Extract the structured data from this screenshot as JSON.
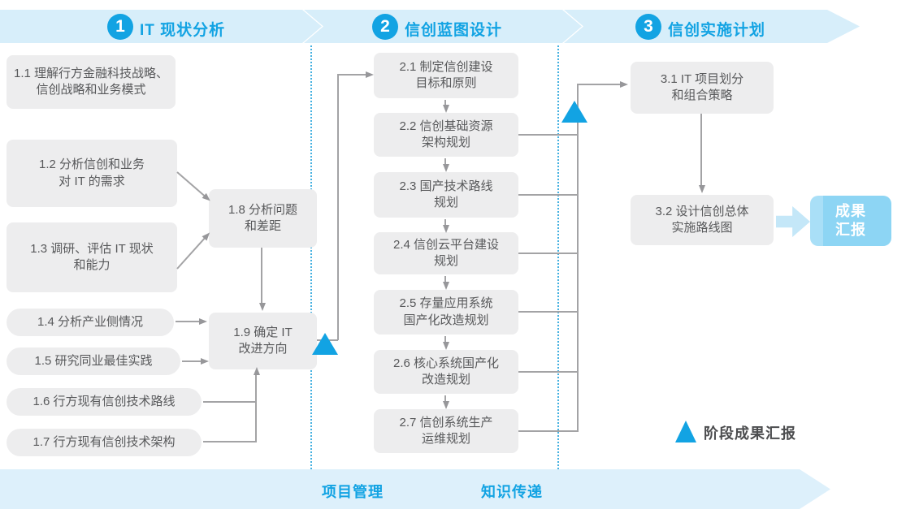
{
  "colors": {
    "accent_blue": "#12a3e3",
    "banner_bg": "#d7eefa",
    "footer_bg": "#ddf0fb",
    "node_bg": "#ededee",
    "node_text": "#58595b",
    "connector_gray": "#a3a3a5",
    "dotted_divider": "#43b0e0",
    "result_box_bg": "#8dd5f4",
    "fat_arrow_bg": "#c4e7f8"
  },
  "phases": [
    {
      "number": "1",
      "title": "IT 现状分析"
    },
    {
      "number": "2",
      "title": "信创蓝图设计"
    },
    {
      "number": "3",
      "title": "信创实施计划"
    }
  ],
  "nodes": {
    "n11": {
      "l1": "1.1 理解行方金融科技战略、",
      "l2": "信创战略和业务模式"
    },
    "n12": {
      "l1": "1.2 分析信创和业务",
      "l2": "对 IT 的需求"
    },
    "n13": {
      "l1": "1.3 调研、评估 IT 现状",
      "l2": "和能力"
    },
    "n14": {
      "l1": "1.4 分析产业侧情况"
    },
    "n15": {
      "l1": "1.5 研究同业最佳实践"
    },
    "n16": {
      "l1": "1.6 行方现有信创技术路线"
    },
    "n17": {
      "l1": "1.7 行方现有信创技术架构"
    },
    "n18": {
      "l1": "1.8 分析问题",
      "l2": "和差距"
    },
    "n19": {
      "l1": "1.9 确定 IT",
      "l2": "改进方向"
    },
    "n21": {
      "l1": "2.1 制定信创建设",
      "l2": "目标和原则"
    },
    "n22": {
      "l1": "2.2 信创基础资源",
      "l2": "架构规划"
    },
    "n23": {
      "l1": "2.3 国产技术路线",
      "l2": "规划"
    },
    "n24": {
      "l1": "2.4 信创云平台建设",
      "l2": "规划"
    },
    "n25": {
      "l1": "2.5 存量应用系统",
      "l2": "国产化改造规划"
    },
    "n26": {
      "l1": "2.6 核心系统国产化",
      "l2": "改造规划"
    },
    "n27": {
      "l1": "2.7 信创系统生产",
      "l2": "运维规划"
    },
    "n31": {
      "l1": "3.1 IT 项目划分",
      "l2": "和组合策略"
    },
    "n32": {
      "l1": "3.2 设计信创总体",
      "l2": "实施路线图"
    }
  },
  "result_box": {
    "l1": "成果",
    "l2": "汇报"
  },
  "footer": {
    "items": [
      "项目管理",
      "知识传递"
    ]
  },
  "legend": {
    "label": "阶段成果汇报"
  }
}
